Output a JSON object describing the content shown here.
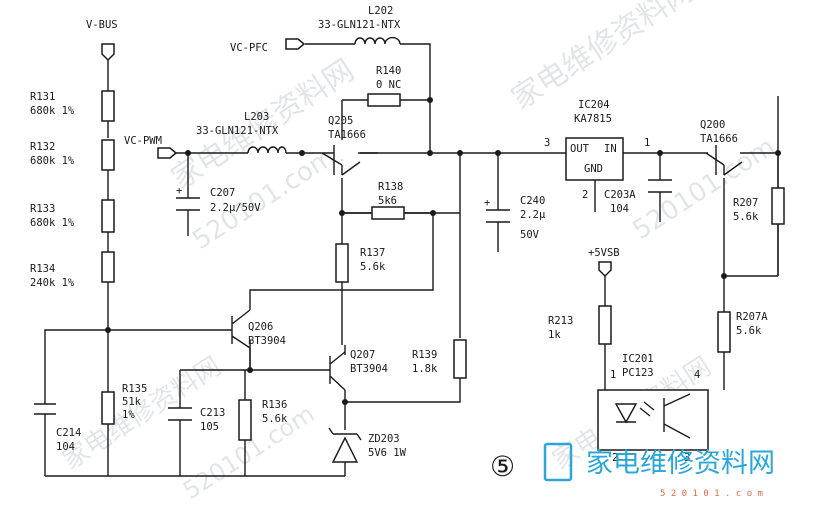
{
  "labels": {
    "vbus": "V-BUS",
    "l202": "L202",
    "l202_part": "33-GLN121-NTX",
    "vc_pfc": "VC-PFC",
    "r140": "R140",
    "r140_val": "0 NC",
    "r131": "R131",
    "r131_val": "680k 1%",
    "r132": "R132",
    "r132_val": "680k 1%",
    "r133": "R133",
    "r133_val": "680k 1%",
    "r134": "R134",
    "r134_val": "240k 1%",
    "vc_pwm": "VC-PWM",
    "l203": "L203",
    "l203_part": "33-GLN121-NTX",
    "q205": "Q205",
    "q205_part": "TA1666",
    "c207": "C207",
    "c207_val": "2.2μ/50V",
    "r138": "R138",
    "r138_val": "5k6",
    "r137": "R137",
    "r137_val": "5.6k",
    "q206": "Q206",
    "q206_part": "BT3904",
    "q207": "Q207",
    "q207_part": "BT3904",
    "r139": "R139",
    "r139_val": "1.8k",
    "r135": "R135",
    "r135_val1": "51k",
    "r135_val2": "1%",
    "c213": "C213",
    "c213_val": "105",
    "r136": "R136",
    "r136_val": "5.6k",
    "zd203": "ZD203",
    "zd203_val": "5V6 1W",
    "c214": "C214",
    "c214_val": "104",
    "c240": "C240",
    "c240_val1": "2.2μ",
    "c240_val2": "50V",
    "ic204": "IC204",
    "ic204_part": "KA7815",
    "ic204_out": "OUT",
    "ic204_in": "IN",
    "ic204_gnd": "GND",
    "pin3": "3",
    "pin1": "1",
    "pin2": "2",
    "c203a": "C203A",
    "c203a_val": "104",
    "q200": "Q200",
    "q200_part": "TA1666",
    "r207": "R207",
    "r207_val": "5.6k",
    "vsb": "+5VSB",
    "r213": "R213",
    "r213_val": "1k",
    "r207a": "R207A",
    "r207a_val": "5.6k",
    "ic201": "IC201",
    "ic201_part": "PC123",
    "ic201_pin1": "1",
    "ic201_pin4": "4",
    "ic201_pin2": "2",
    "ic201_pin3": "3",
    "figure_number": "⑤"
  },
  "watermarks": {
    "cn_large": "家电维修资料网",
    "cn_small": "家电维修资料网",
    "url": "520101.com",
    "url_footer": "5 2 0 1 0 1 . c o m"
  }
}
